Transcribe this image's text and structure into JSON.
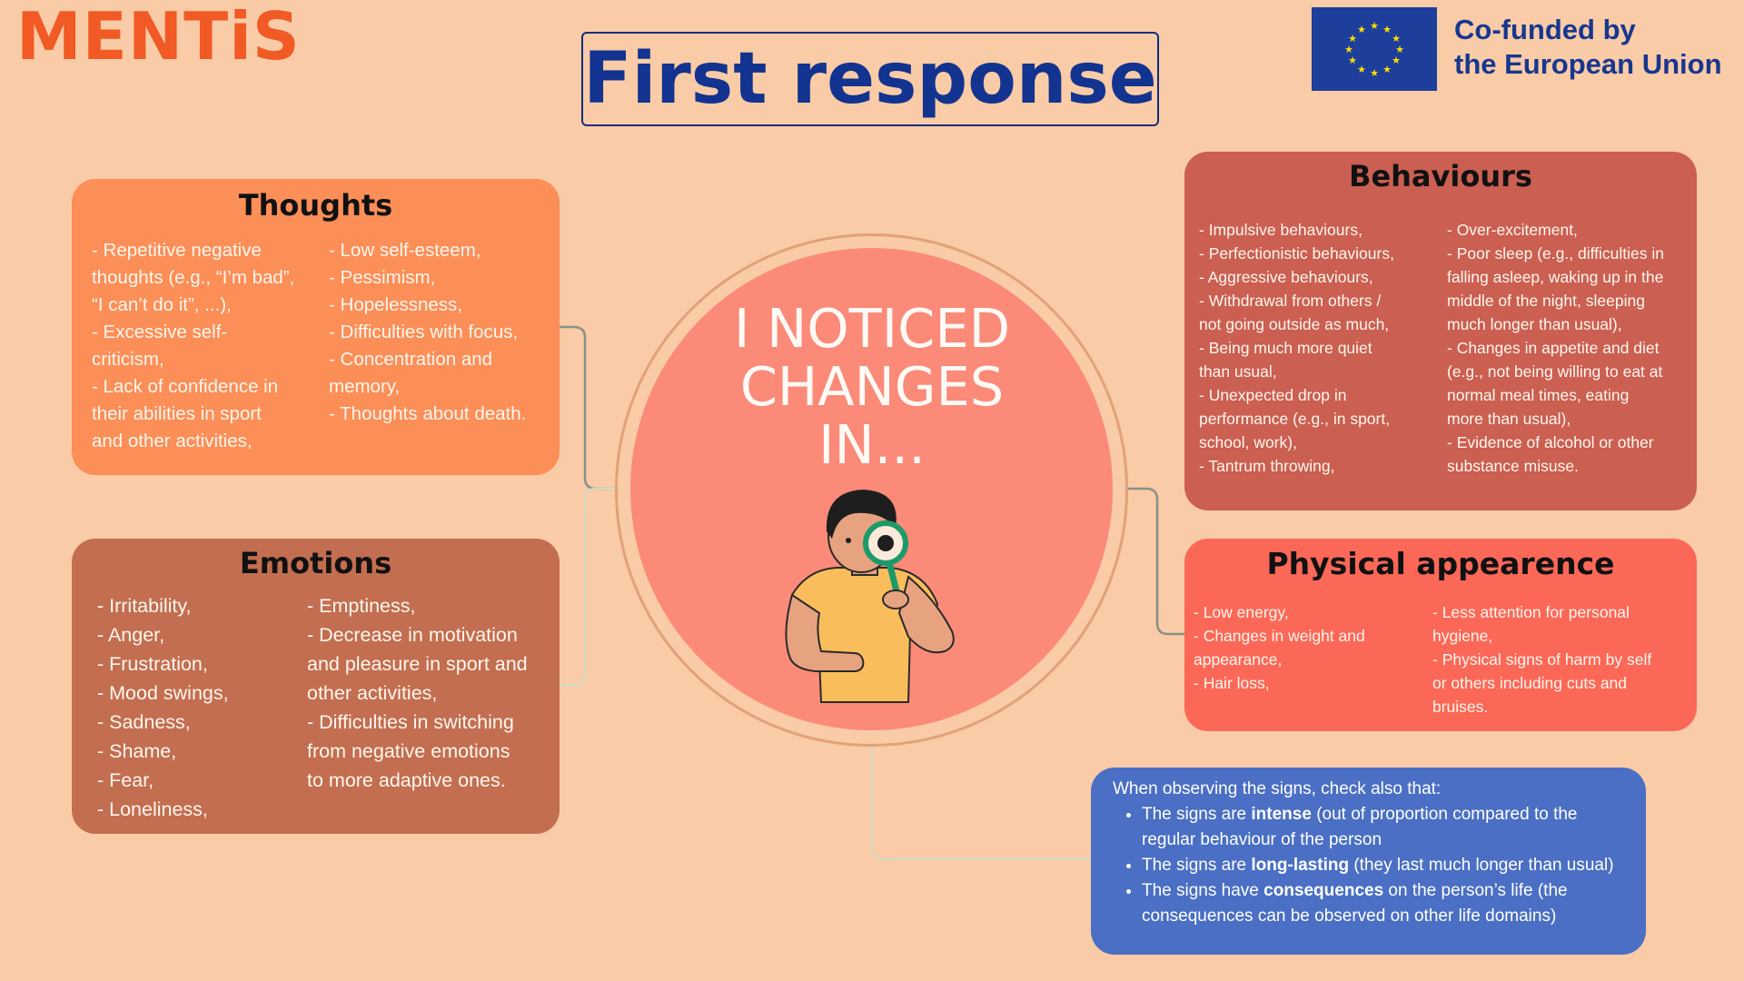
{
  "logo": "MENTiS",
  "title": "First response",
  "eu": {
    "line1": "Co-funded by",
    "line2": "the European Union"
  },
  "center": "I NOTICED\nCHANGES\nIN...",
  "thoughts": {
    "title": "Thoughts",
    "col1": "- Repetitive negative\nthoughts (e.g., “I’m bad”,\n“I can’t do it”, ...),\n- Excessive self-\ncriticism,\n- Lack of confidence in\ntheir abilities in sport\nand other activities,",
    "col2": "- Low self-esteem,\n- Pessimism,\n- Hopelessness,\n- Difficulties with focus,\n- Concentration and\nmemory,\n- Thoughts about death."
  },
  "behaviours": {
    "title": "Behaviours",
    "col1": "- Impulsive behaviours,\n- Perfectionistic behaviours,\n- Aggressive behaviours,\n- Withdrawal from others /\nnot going outside as much,\n- Being much more quiet\nthan usual,\n- Unexpected drop in\nperformance (e.g., in sport,\nschool, work),\n- Tantrum throwing,",
    "col2": "- Over-excitement,\n- Poor sleep (e.g., difficulties in\nfalling asleep, waking up in the\nmiddle of the night, sleeping\nmuch longer than usual),\n- Changes in appetite and diet\n(e.g., not being willing to eat at\nnormal meal times, eating\nmore than usual),\n- Evidence of alcohol or other\nsubstance misuse."
  },
  "emotions": {
    "title": "Emotions",
    "col1": "- Irritability,\n- Anger,\n- Frustration,\n- Mood swings,\n- Sadness,\n- Shame,\n- Fear,\n- Loneliness,",
    "col2": "- Emptiness,\n- Decrease in motivation\nand pleasure in sport and\nother activities,\n- Difficulties in switching\nfrom negative emotions\nto more adaptive ones."
  },
  "physical": {
    "title": "Physical appearence",
    "col1": "- Low energy,\n- Changes in weight and\nappearance,\n- Hair loss,",
    "col2": "- Less attention for personal\nhygiene,\n- Physical signs of harm by self\nor others including cuts and\nbruises."
  },
  "note": {
    "intro": "When observing the signs, check also that:",
    "items": [
      {
        "pre": "The signs are ",
        "bold": "intense",
        "post": " (out of proportion compared to the regular behaviour of the person"
      },
      {
        "pre": "The signs are ",
        "bold": "long-lasting",
        "post": " (they last much longer than usual)"
      },
      {
        "pre": "The signs have ",
        "bold": "consequences",
        "post": " on the person’s life (the consequences can be observed on other life domains)"
      }
    ]
  },
  "colors": {
    "background": "#f9cba6",
    "logo": "#f15a24",
    "title": "#12338f",
    "thoughts": "#fc8e57",
    "behaviours": "#cb5f51",
    "emotions": "#c36e50",
    "physical": "#fc6857",
    "circle": "#fb8a79",
    "note": "#4a6fc4"
  },
  "icons": [
    "eu-flag-icon",
    "magnifying-glass-person-illustration"
  ]
}
